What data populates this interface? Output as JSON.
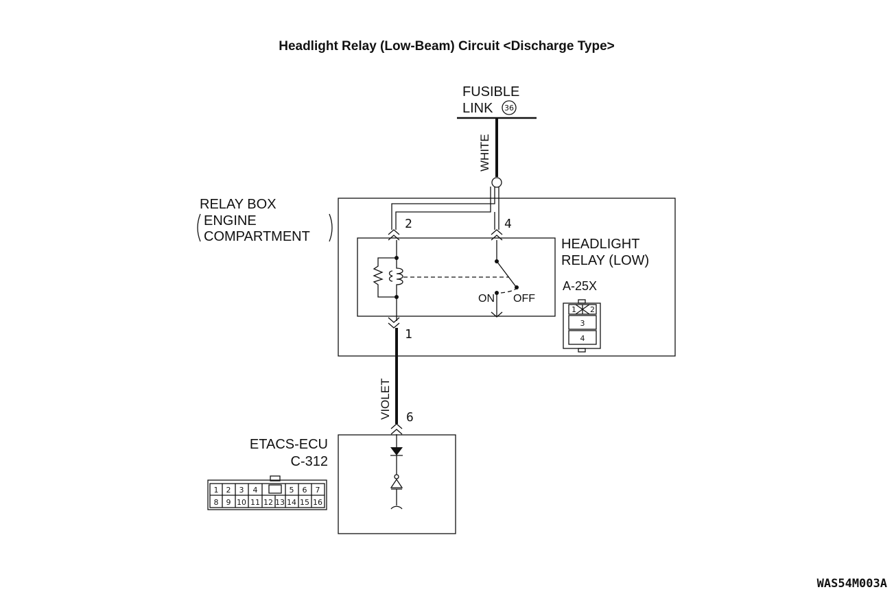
{
  "title": "Headlight Relay (Low-Beam) Circuit <Discharge Type>",
  "fusible_link": {
    "line1": "FUSIBLE",
    "line2": "LINK",
    "number": "36"
  },
  "wires": {
    "top": "WHITE",
    "bottom": "VIOLET"
  },
  "relay_box": {
    "line1": "RELAY BOX",
    "line2": "ENGINE",
    "line3": "COMPARTMENT"
  },
  "relay": {
    "line1": "HEADLIGHT",
    "line2": "RELAY (LOW)",
    "on": "ON",
    "off": "OFF"
  },
  "relay_pins": {
    "p2": "2",
    "p4": "4",
    "p1": "1"
  },
  "connector_a": {
    "name": "A-25X",
    "cells": [
      "1",
      "2",
      "3",
      "4"
    ]
  },
  "ecu": {
    "line1": "ETACS-ECU",
    "line2": "C-312",
    "pin": "6"
  },
  "connector_c": {
    "top_row": [
      "1",
      "2",
      "3",
      "4",
      "5",
      "6",
      "7"
    ],
    "bottom_row": [
      "8",
      "9",
      "10",
      "11",
      "12",
      "13",
      "14",
      "15",
      "16"
    ]
  },
  "figure_code": "WAS54M003A"
}
